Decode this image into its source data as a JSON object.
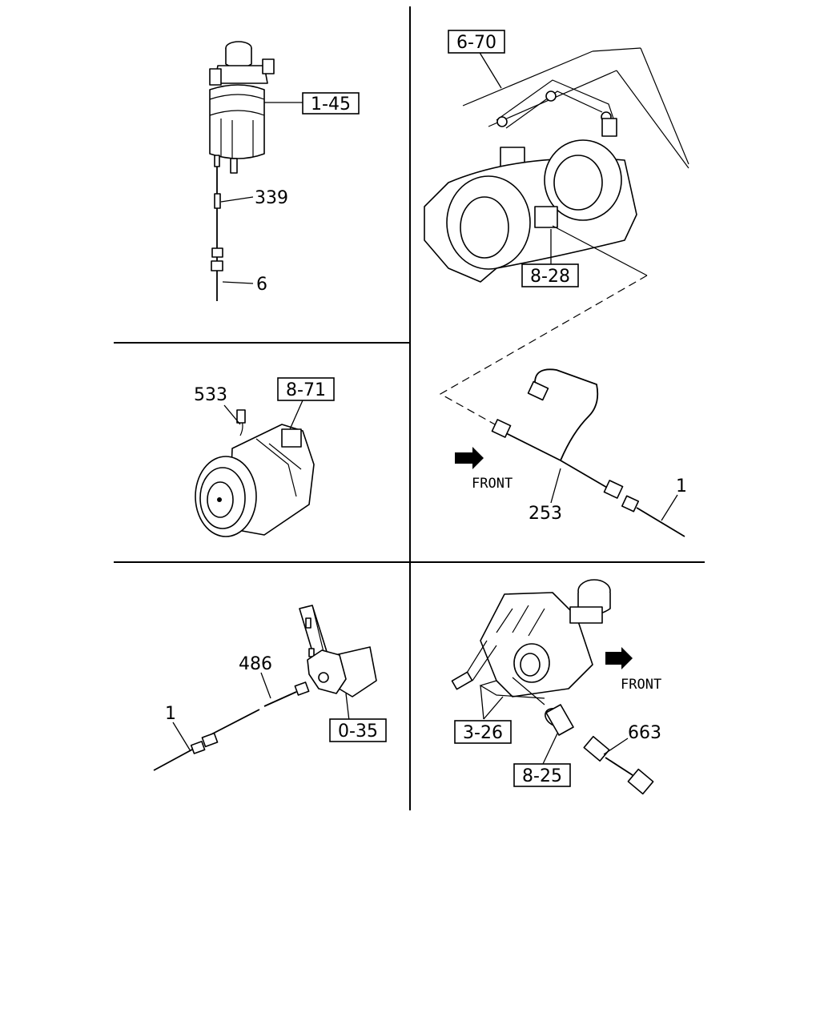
{
  "panels": {
    "fuel_filter": {
      "ref_box": "1-45",
      "labels": [
        "339",
        "6"
      ]
    },
    "compressor": {
      "ref_box": "8-71",
      "labels": [
        "533"
      ]
    },
    "horn_harness": {
      "ref_boxes": [
        "6-70",
        "8-28"
      ],
      "labels": [
        "253",
        "1"
      ],
      "direction": "FRONT"
    },
    "bracket_switch": {
      "ref_box": "0-35",
      "labels": [
        "486",
        "1"
      ]
    },
    "pump_sensor": {
      "ref_boxes": [
        "3-26",
        "8-25"
      ],
      "labels": [
        "663"
      ],
      "direction": "FRONT"
    }
  },
  "colors": {
    "line": "#000000",
    "background": "#ffffff"
  },
  "icons": [
    "front-arrow-icon"
  ]
}
